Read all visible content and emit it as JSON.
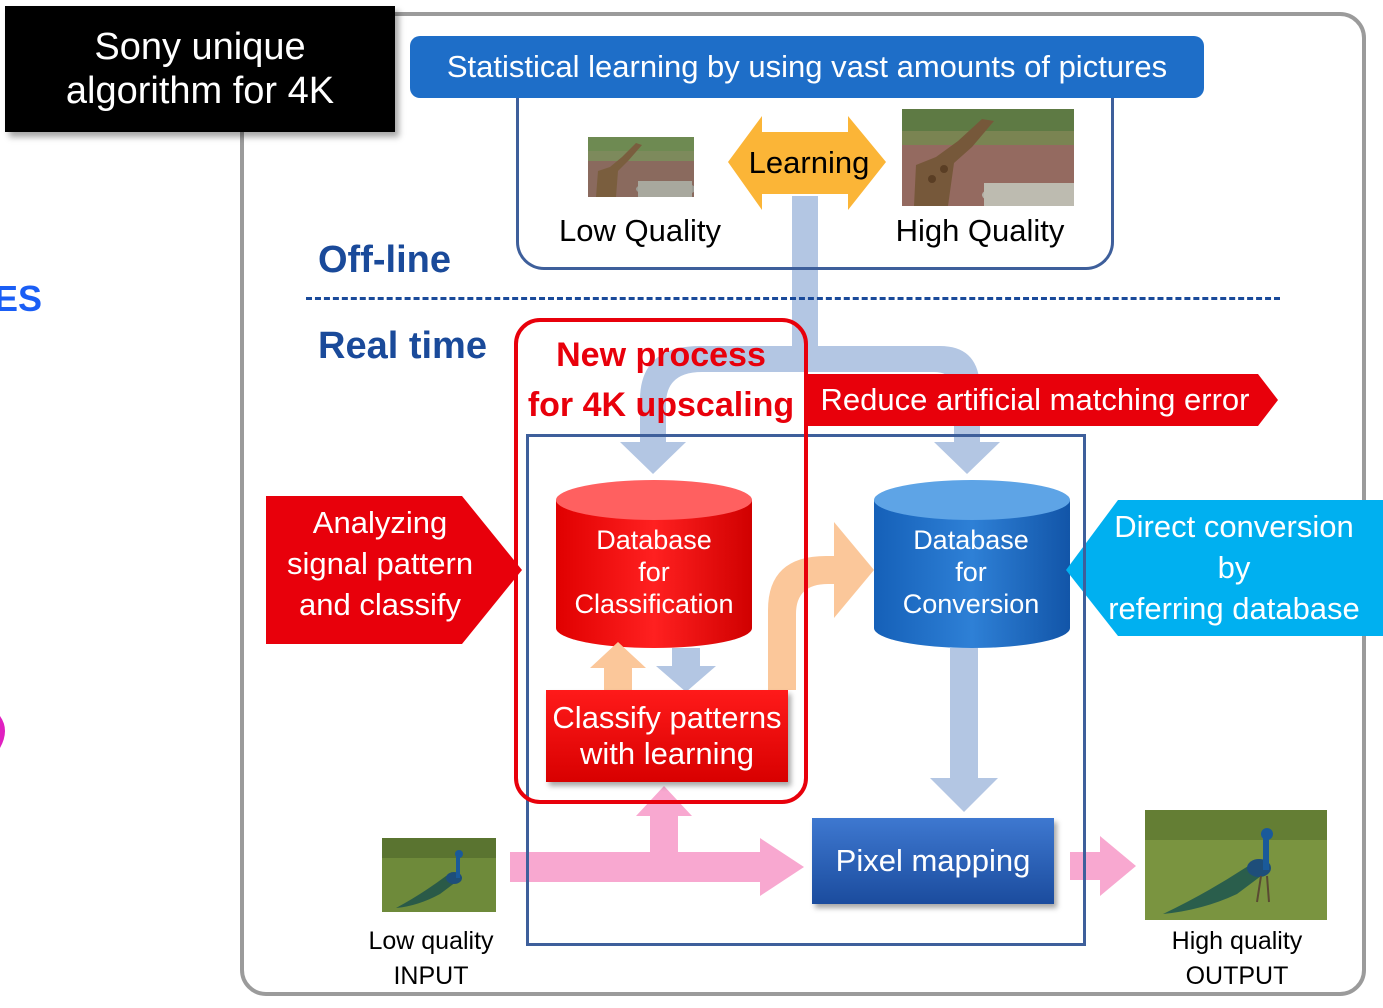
{
  "title_box": {
    "line1": "Sony unique",
    "line2": "algorithm for 4K"
  },
  "cut_off_text": "ES",
  "top_banner": "Statistical learning by using vast amounts of pictures",
  "learning": {
    "label": "Learning",
    "low_label": "Low Quality",
    "high_label": "High Quality"
  },
  "sections": {
    "offline": "Off-line",
    "realtime": "Real time"
  },
  "new_process": {
    "line1": "New process",
    "line2": "for 4K upscaling"
  },
  "reduce_error": "Reduce artificial matching error",
  "db_classification": {
    "line1": "Database",
    "line2": "for",
    "line3": "Classification"
  },
  "db_conversion": {
    "line1": "Database",
    "line2": "for",
    "line3": "Conversion"
  },
  "classify_patterns": {
    "line1": "Classify patterns",
    "line2": "with learning"
  },
  "pixel_mapping": "Pixel mapping",
  "analyze": {
    "line1": "Analyzing",
    "line2": "signal pattern",
    "line3": "and classify"
  },
  "direct_conversion": {
    "line1": "Direct conversion",
    "line2": "by",
    "line3": "referring database"
  },
  "input": {
    "line1": "Low quality",
    "line2": "INPUT"
  },
  "output": {
    "line1": "High quality",
    "line2": "OUTPUT"
  },
  "colors": {
    "red": "#e8000b",
    "blue_dark": "#1a4a9a",
    "blue_db": "#1e6ec8",
    "cyan": "#00b0f0",
    "pink_arrow": "#f8a8d0",
    "flow_blue": "#b3c6e3",
    "orange_arrow": "#fbc79a"
  }
}
